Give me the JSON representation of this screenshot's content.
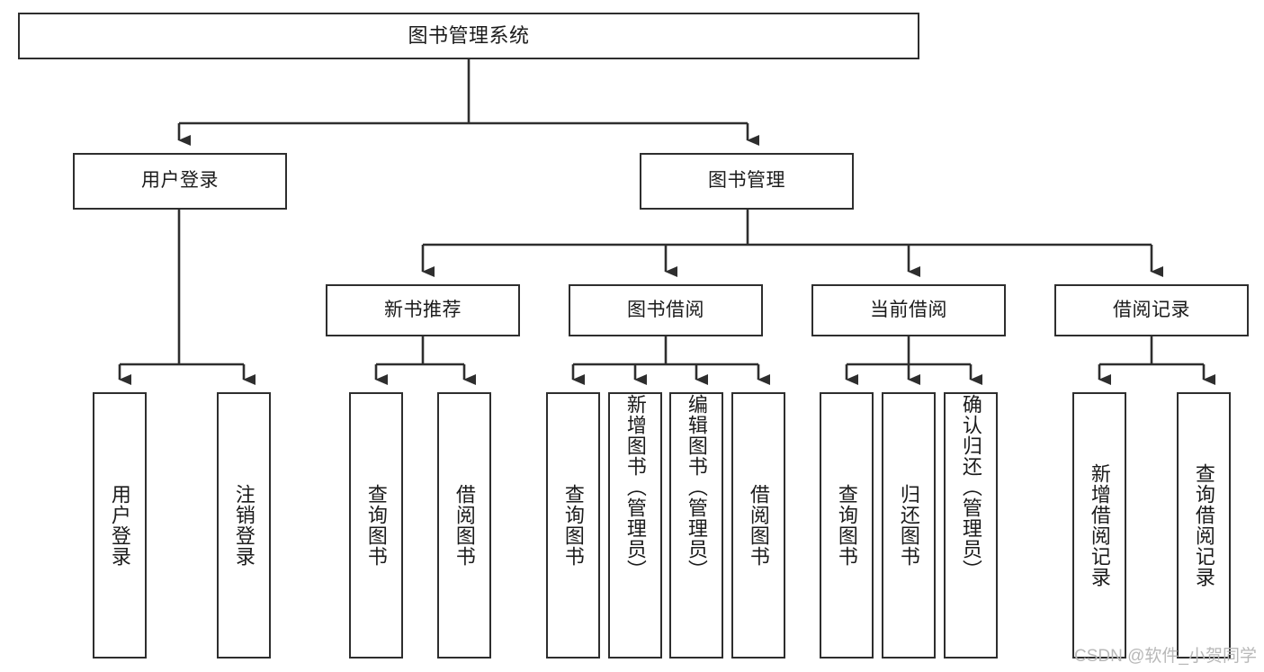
{
  "diagram": {
    "title": "图书管理系统",
    "type": "tree-hierarchy-chart",
    "stroke_color": "#2e2e2e",
    "fill_color": "#ffffff",
    "text_color": "#1b1b1b",
    "root": {
      "label": "图书管理系统"
    },
    "level2": [
      {
        "label": "用户登录"
      },
      {
        "label": "图书管理"
      }
    ],
    "level3": [
      {
        "label": "新书推荐"
      },
      {
        "label": "图书借阅"
      },
      {
        "label": "当前借阅"
      },
      {
        "label": "借阅记录"
      }
    ],
    "leaves": {
      "user_login": [
        {
          "label": "用户登录"
        },
        {
          "label": "注销登录"
        }
      ],
      "new_book_recommend": [
        {
          "label": "查询图书"
        },
        {
          "label": "借阅图书"
        }
      ],
      "book_borrow": [
        {
          "label": "查询图书"
        },
        {
          "label": "新增图书（管理员）"
        },
        {
          "label": "编辑图书（管理员）"
        },
        {
          "label": "借阅图书"
        }
      ],
      "current_borrow": [
        {
          "label": "查询图书"
        },
        {
          "label": "归还图书"
        },
        {
          "label": "确认归还（管理员）"
        }
      ],
      "borrow_record": [
        {
          "label": "新增借阅记录"
        },
        {
          "label": "查询借阅记录"
        }
      ]
    }
  },
  "watermark": {
    "text": "CSDN @软件_小贺同学"
  }
}
